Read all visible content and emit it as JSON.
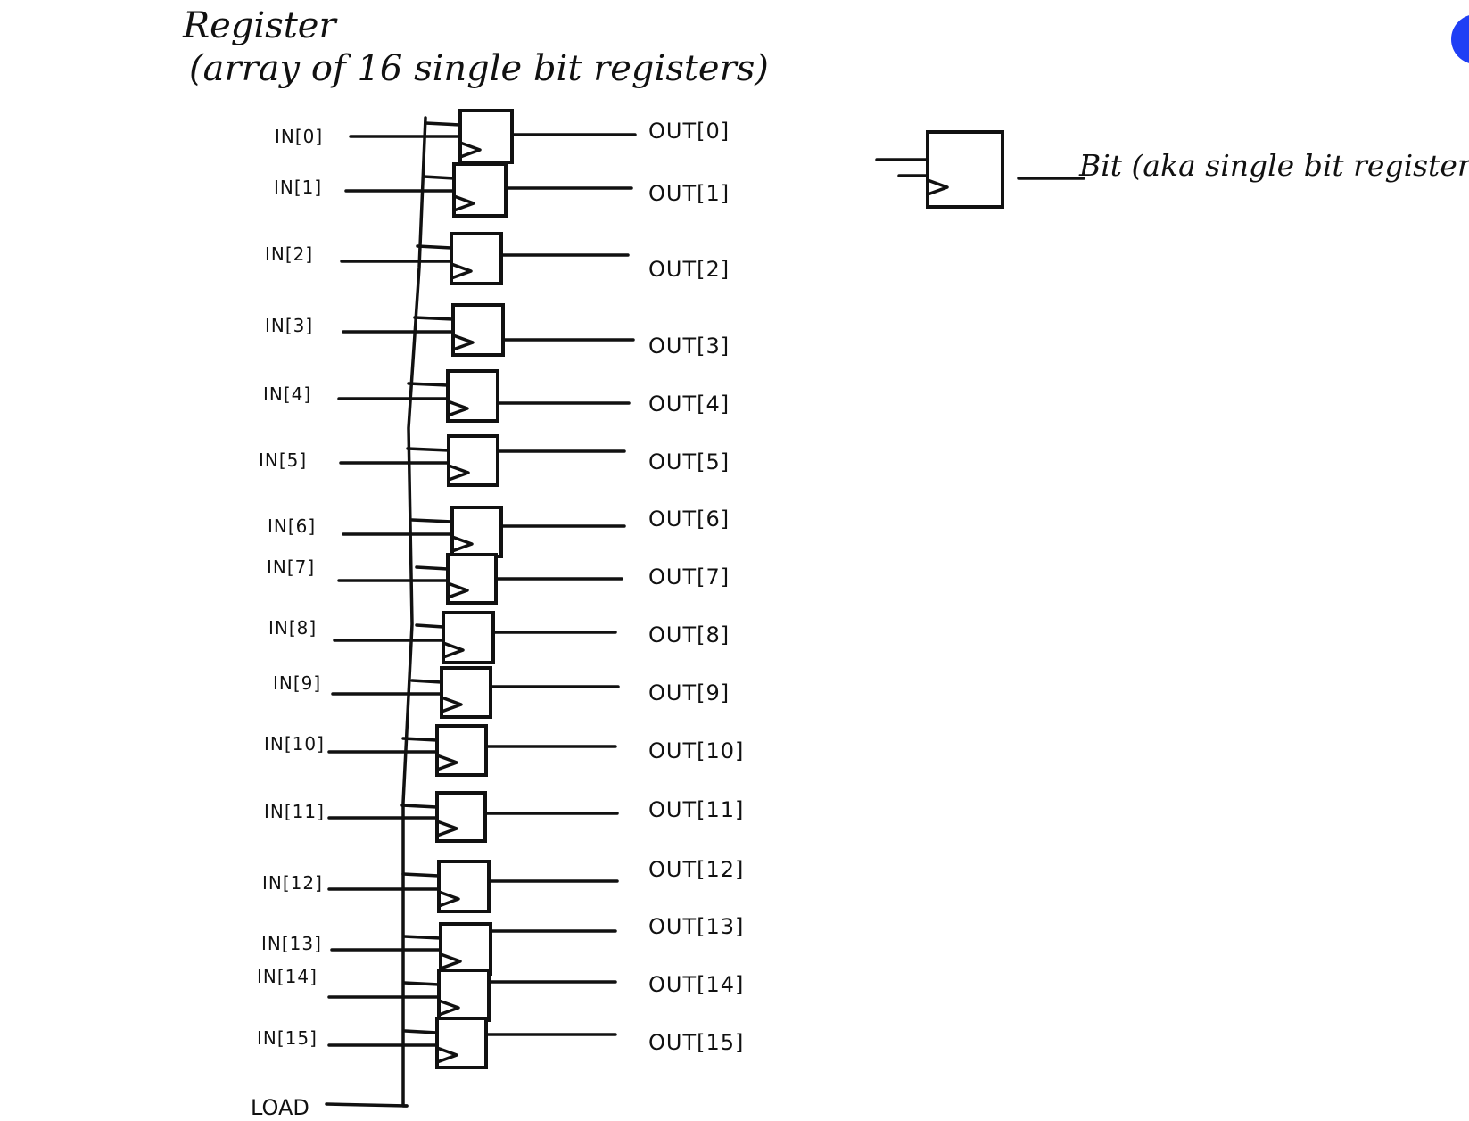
{
  "diagram": {
    "title": "Register",
    "subtitle": "(array of 16 single bit registers)",
    "inputs": [
      "IN[0]",
      "IN[1]",
      "IN[2]",
      "IN[3]",
      "IN[4]",
      "IN[5]",
      "IN[6]",
      "IN[7]",
      "IN[8]",
      "IN[9]",
      "IN[10]",
      "IN[11]",
      "IN[12]",
      "IN[13]",
      "IN[14]",
      "IN[15]"
    ],
    "outputs": [
      "OUT[0]",
      "OUT[1]",
      "OUT[2]",
      "OUT[3]",
      "OUT[4]",
      "OUT[5]",
      "OUT[6]",
      "OUT[7]",
      "OUT[8]",
      "OUT[9]",
      "OUT[10]",
      "OUT[11]",
      "OUT[12]",
      "OUT[13]",
      "OUT[14]",
      "OUT[15]"
    ],
    "load_label": "LOAD",
    "legend_label": "Bit (aka single bit register)"
  },
  "colors": {
    "ink": "#111111",
    "accent": "#1f3ff5"
  }
}
